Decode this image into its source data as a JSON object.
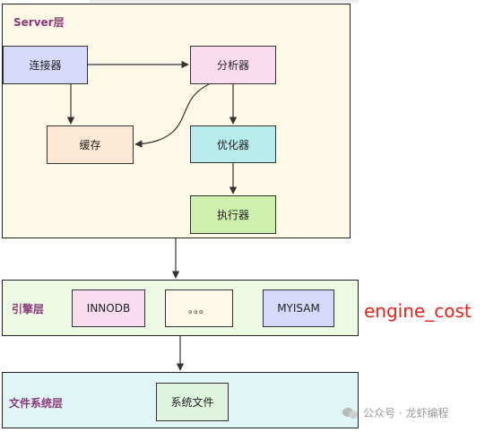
{
  "colors": {
    "server_bg": "#fdf9e6",
    "engine_bg": "#eef9e4",
    "fs_bg": "#e0f5f6",
    "connector": "#d7d9fa",
    "analyzer": "#fbdcef",
    "cache": "#fde8d6",
    "optimizer": "#b7ecec",
    "executor": "#cdf0ad",
    "innodb": "#f9dcf0",
    "dots": "#fdf9e6",
    "myisam": "#d7d9fa",
    "sysfile": "#dff4dc",
    "annotation": "#e8231a",
    "title": "#8b3a78"
  },
  "server_layer": {
    "title": "Server层",
    "connector": "连接器",
    "analyzer": "分析器",
    "cache": "缓存",
    "optimizer": "优化器",
    "executor": "执行器"
  },
  "engine_layer": {
    "title": "引擎层",
    "innodb": "INNODB",
    "dots": "。。。",
    "myisam": "MYISAM"
  },
  "fs_layer": {
    "title": "文件系统层",
    "file": "系统文件"
  },
  "annotation": "engine_cost",
  "watermark": {
    "icon": "wechat-icon",
    "text": "公众号 · 龙虾编程"
  }
}
